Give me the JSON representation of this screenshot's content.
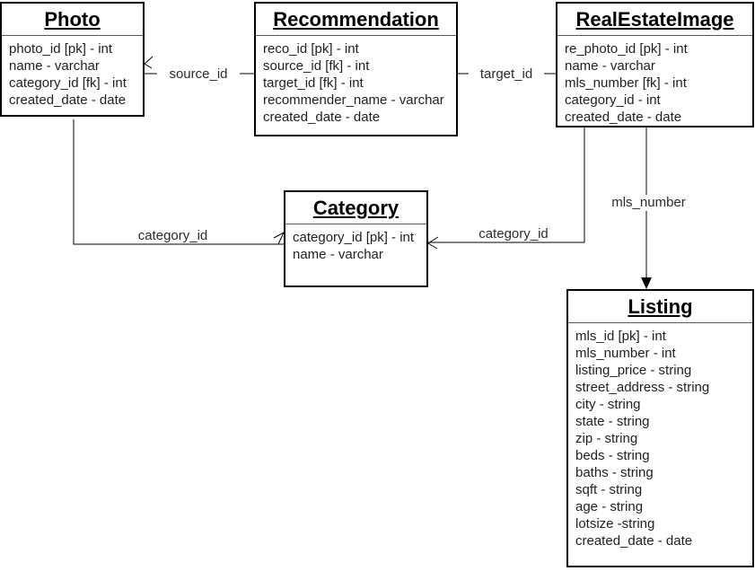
{
  "diagram": {
    "type": "entity-relationship",
    "colors": {
      "background": "#ffffff",
      "entity_fill": "#ffffff",
      "entity_border": "#000000",
      "divider": "#595959",
      "connector": "#000000",
      "text": "#1f1f1f"
    },
    "entities": [
      {
        "name": "Photo",
        "fields": [
          "photo_id [pk] - int",
          "name - varchar",
          "category_id [fk] - int",
          "created_date - date"
        ]
      },
      {
        "name": "Recommendation",
        "fields": [
          "reco_id [pk] - int",
          "source_id [fk] - int",
          "target_id [fk] - int",
          "recommender_name - varchar",
          "created_date - date"
        ]
      },
      {
        "name": "RealEstateImage",
        "fields": [
          "re_photo_id [pk] - int",
          "name - varchar",
          "mls_number [fk] - int",
          "category_id - int",
          "created_date - date"
        ]
      },
      {
        "name": "Category",
        "fields": [
          "category_id [pk] - int",
          "name - varchar"
        ]
      },
      {
        "name": "Listing",
        "fields": [
          "mls_id [pk] - int",
          "mls_number - int",
          "listing_price - string",
          "street_address - string",
          "city - string",
          "state - string",
          "zip - string",
          "beds - string",
          "baths - string",
          "sqft - string",
          "age - string",
          "lotsize -string",
          "created_date - date"
        ]
      }
    ],
    "relationships": [
      {
        "label": "source_id",
        "from": "Recommendation",
        "to": "Photo"
      },
      {
        "label": "target_id",
        "from": "Recommendation",
        "to": "RealEstateImage"
      },
      {
        "label": "category_id",
        "from": "Photo",
        "to": "Category"
      },
      {
        "label": "category_id",
        "from": "RealEstateImage",
        "to": "Category"
      },
      {
        "label": "mls_number",
        "from": "RealEstateImage",
        "to": "Listing"
      }
    ]
  }
}
